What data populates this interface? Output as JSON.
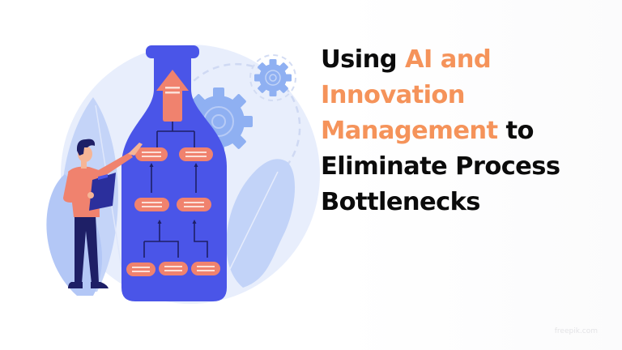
{
  "title": {
    "line1_plain": "Using ",
    "line1_highlight": "AI and",
    "line2_highlight": "Innovation",
    "line3_highlight": "Management",
    "line3_plain": " to",
    "line4_plain": "Eliminate Process",
    "line5_plain": "Bottlenecks"
  },
  "watermark": "freepik.com",
  "colors": {
    "highlight": "#f5935a",
    "text": "#0b0b0b",
    "bottle": "#4a55e8",
    "node": "#f0826e",
    "backdrop": "#e6ecfb",
    "gear": "#8fb0f2"
  }
}
